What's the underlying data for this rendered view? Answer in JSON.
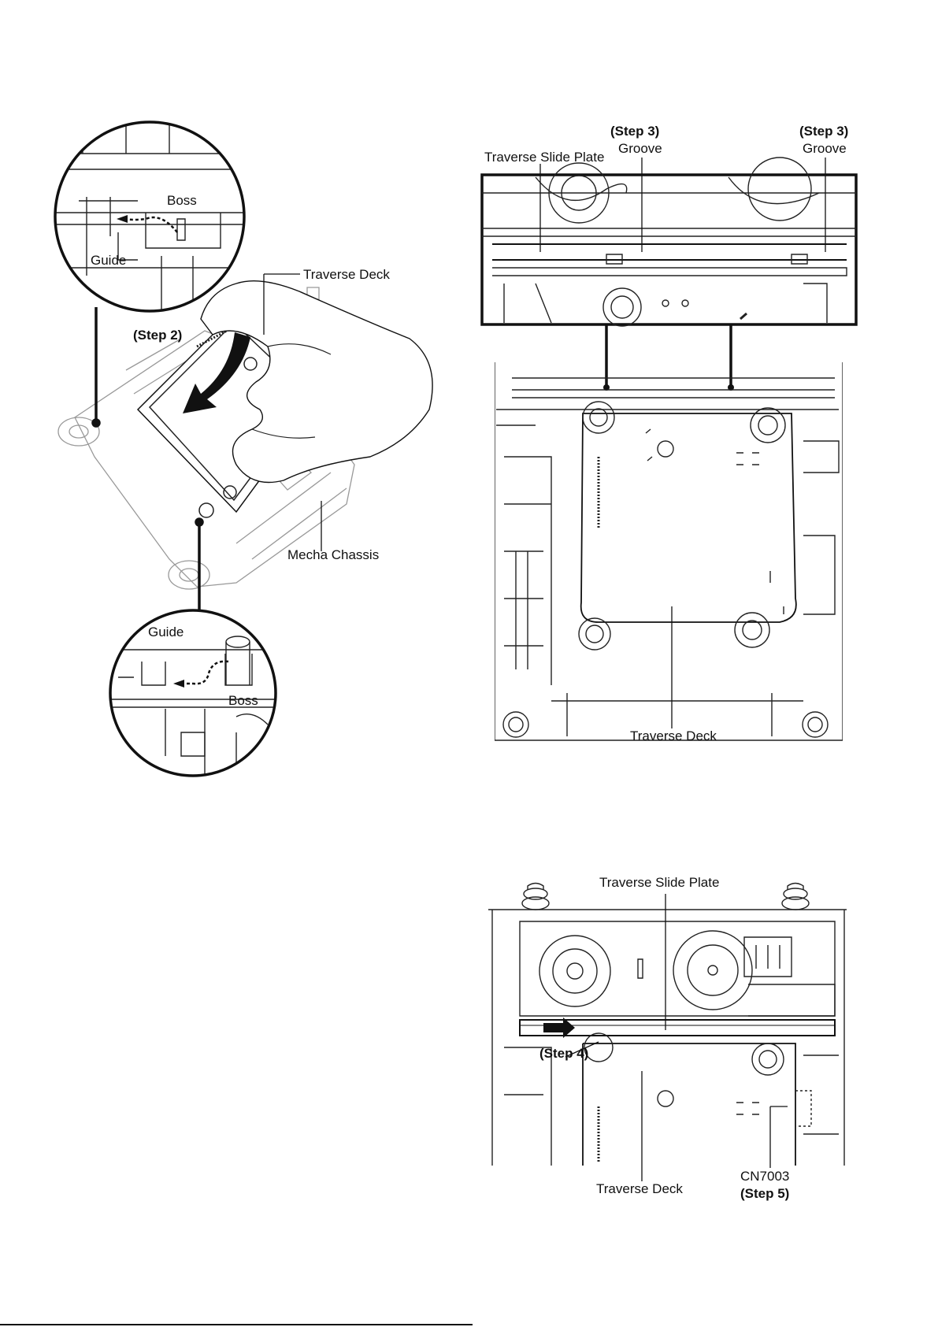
{
  "figure_a": {
    "boss_top": "Boss",
    "guide_top": "Guide",
    "traverse_deck": "Traverse Deck",
    "step": "(Step 2)",
    "mecha_chassis": "Mecha Chassis",
    "guide_bottom": "Guide",
    "boss_bottom": "Boss"
  },
  "figure_b": {
    "step_left": "(Step 3)",
    "groove_left": "Groove",
    "step_right": "(Step 3)",
    "groove_right": "Groove",
    "traverse_slide_plate": "Traverse Slide Plate",
    "traverse_deck": "Traverse Deck"
  },
  "figure_c": {
    "traverse_slide_plate": "Traverse Slide Plate",
    "step": "(Step 4)",
    "traverse_deck": "Traverse Deck",
    "connector": "CN7003",
    "connector_step": "(Step 5)"
  }
}
